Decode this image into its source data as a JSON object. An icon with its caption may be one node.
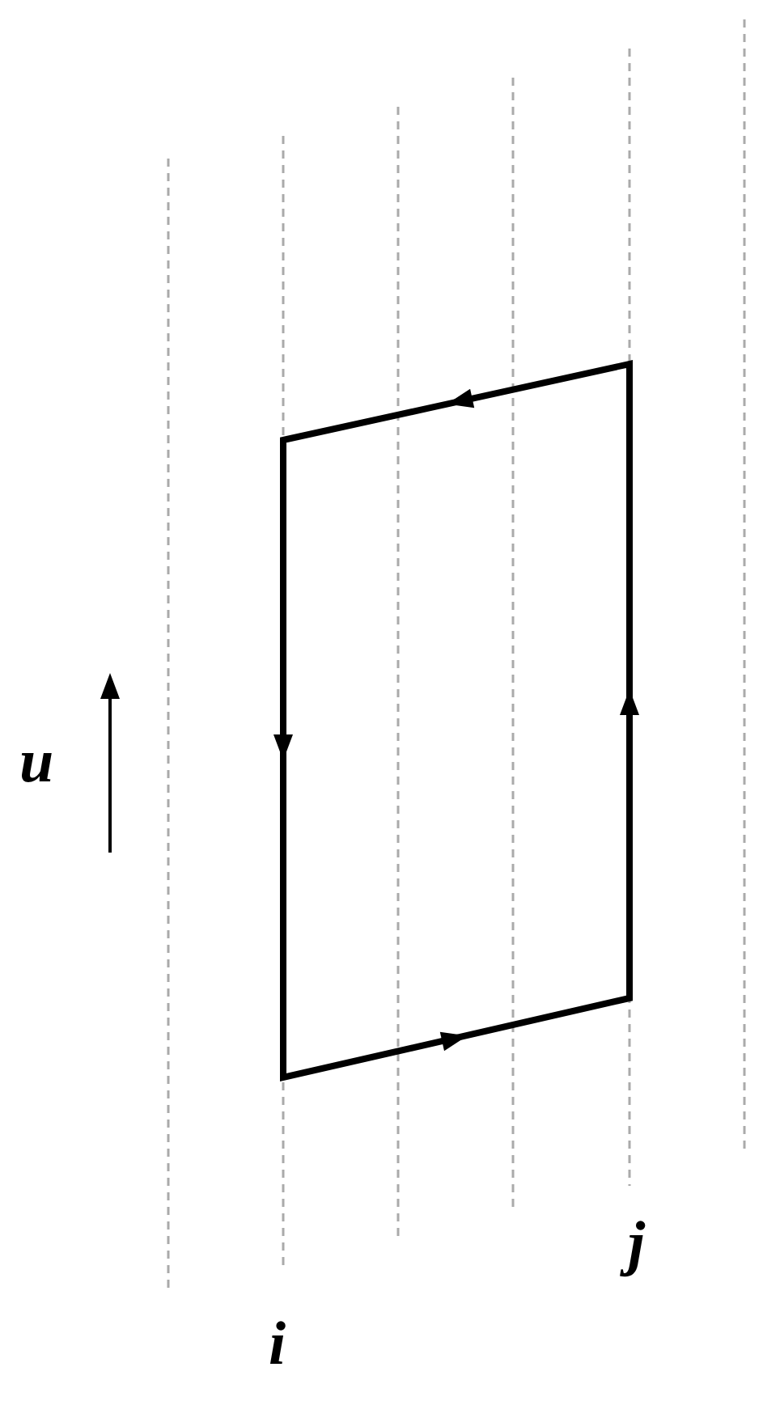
{
  "diagram": {
    "labels": [
      "u",
      "i",
      "j"
    ]
  }
}
